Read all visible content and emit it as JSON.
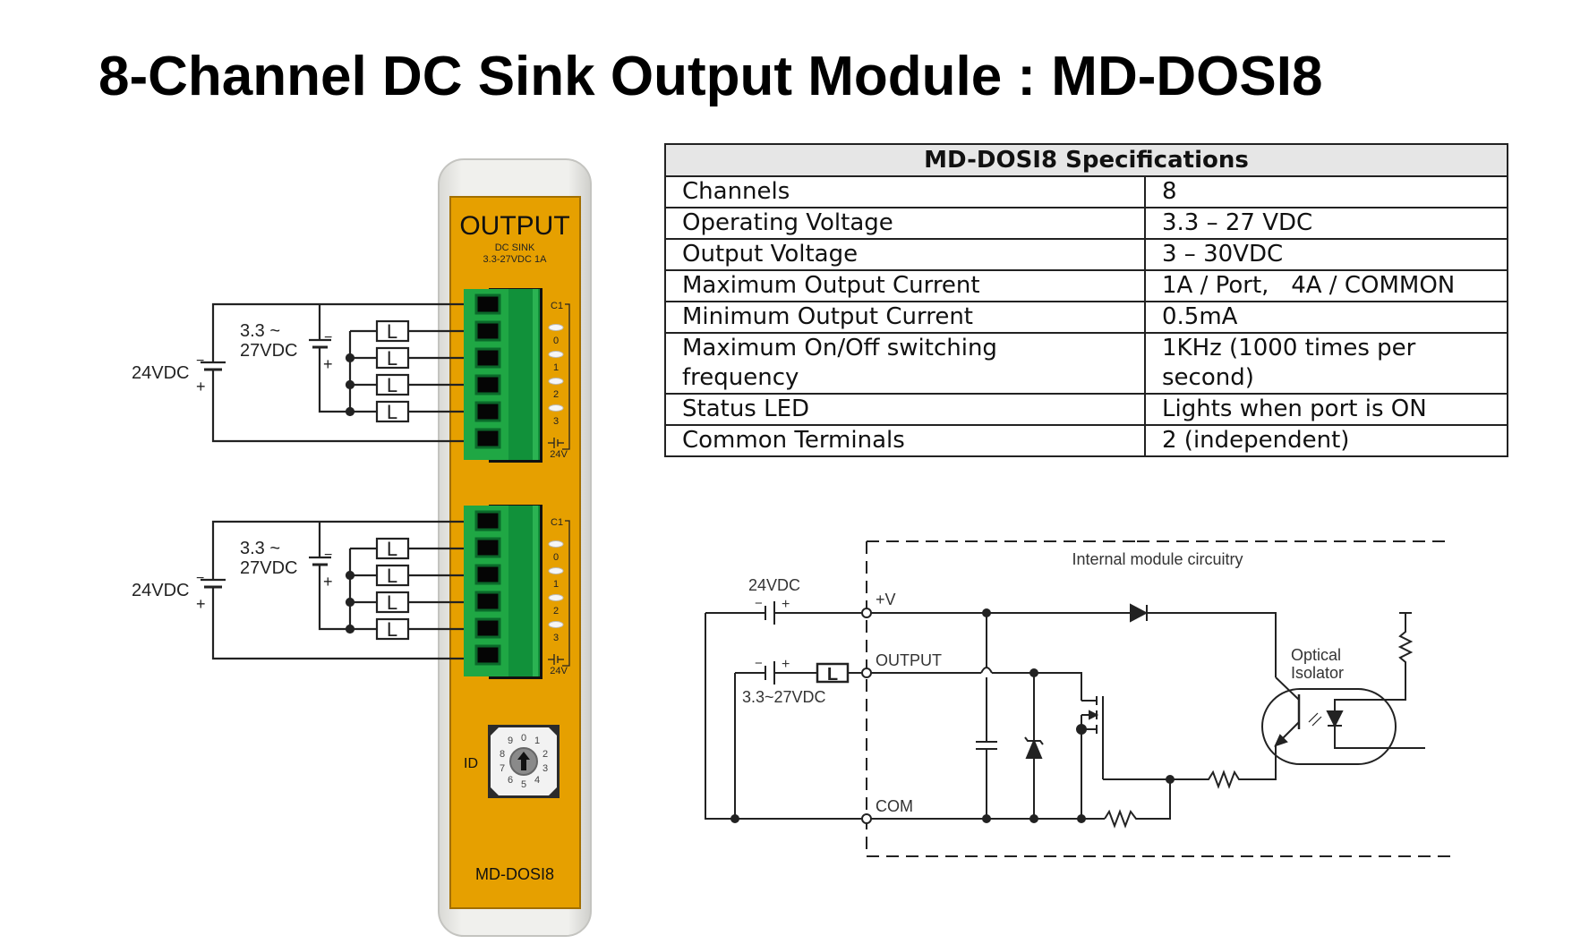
{
  "page": {
    "title": "8-Channel DC Sink Output Module : MD-DOSI8"
  },
  "module": {
    "header": "OUTPUT",
    "subheader_line1": "DC SINK",
    "subheader_line2": "3.3-27VDC 1A",
    "terminal_blocks": [
      {
        "common_label": "C1",
        "channel_labels": [
          "0",
          "1",
          "2",
          "3"
        ],
        "supply_label": "24V"
      },
      {
        "common_label": "C1",
        "channel_labels": [
          "0",
          "1",
          "2",
          "3"
        ],
        "supply_label": "24V"
      }
    ],
    "id_label": "ID",
    "rotary_switch_digits": [
      "0",
      "1",
      "2",
      "3",
      "4",
      "5",
      "6",
      "7",
      "8",
      "9"
    ],
    "model_label": "MD-DOSI8",
    "colors": {
      "body": "#e6a000",
      "case": "#ebebe8",
      "terminal": "#1f9e3a",
      "terminal_dark": "#128a31"
    }
  },
  "wiring": {
    "groups": [
      {
        "supply_label": "24VDC",
        "load_supply_label_line1": "3.3 ~",
        "load_supply_label_line2": "27VDC",
        "load_label": "L",
        "minus": "−",
        "plus": "+"
      },
      {
        "supply_label": "24VDC",
        "load_supply_label_line1": "3.3 ~",
        "load_supply_label_line2": "27VDC",
        "load_label": "L",
        "minus": "−",
        "plus": "+"
      }
    ]
  },
  "spec_table": {
    "title": "MD-DOSI8 Specifications",
    "rows": [
      {
        "key": "Channels",
        "value": "8"
      },
      {
        "key": "Operating Voltage",
        "value": "3.3 – 27 VDC"
      },
      {
        "key": "Output Voltage",
        "value": "3 – 30VDC"
      },
      {
        "key": "Maximum Output Current",
        "value": "1A / Port,   4A / COMMON"
      },
      {
        "key": "Minimum Output Current",
        "value": "0.5mA"
      },
      {
        "key": "Maximum On/Off switching frequency",
        "value": "1KHz (1000 times per second)"
      },
      {
        "key": "Status LED",
        "value": "Lights when port is ON"
      },
      {
        "key": "Common Terminals",
        "value": "2 (independent)"
      }
    ]
  },
  "schematic": {
    "box_label": "Internal module circuitry",
    "supply_label": "24VDC",
    "load_supply_label": "3.3~27VDC",
    "load_label": "L",
    "terminal_plus_v": "+V",
    "terminal_output": "OUTPUT",
    "terminal_com": "COM",
    "isolator_label_line1": "Optical",
    "isolator_label_line2": "Isolator",
    "minus": "−",
    "plus": "+"
  }
}
